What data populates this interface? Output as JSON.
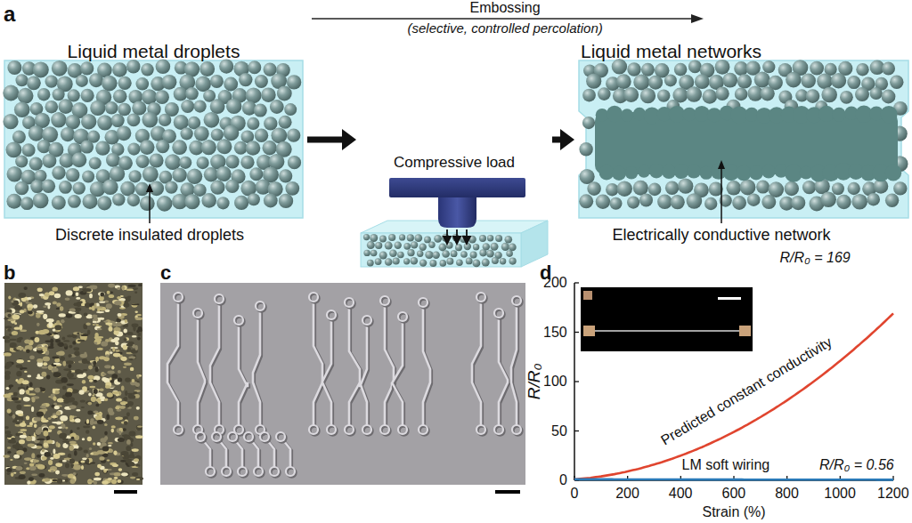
{
  "diagram": {
    "nodes": [
      {
        "text": [
          "Liquid metal droplets"
        ]
      },
      {
        "text": [
          "Compressive load"
        ]
      },
      {
        "text": [
          "Liquid metal networks"
        ]
      }
    ],
    "edges": [
      {
        "from": 0,
        "to": 1,
        "arrow": "to"
      },
      {
        "from": 1,
        "to": 2,
        "arrow": "to"
      }
    ],
    "labels": [
      "a",
      "Embossing",
      "(selective, controlled percolation)",
      "Discrete insulated droplets",
      "Electrically conductive network",
      "b",
      "c",
      "d",
      "200",
      "150",
      "100",
      "50",
      "0",
      "0",
      "200",
      "400",
      "600",
      "800",
      "1000",
      "1200",
      "R/R₀",
      "Strain (%)",
      "R/R₀ = 169",
      "Predicted constant conductivity",
      "LM soft wiring",
      "R/R₀ = 0.56"
    ]
  }
}
